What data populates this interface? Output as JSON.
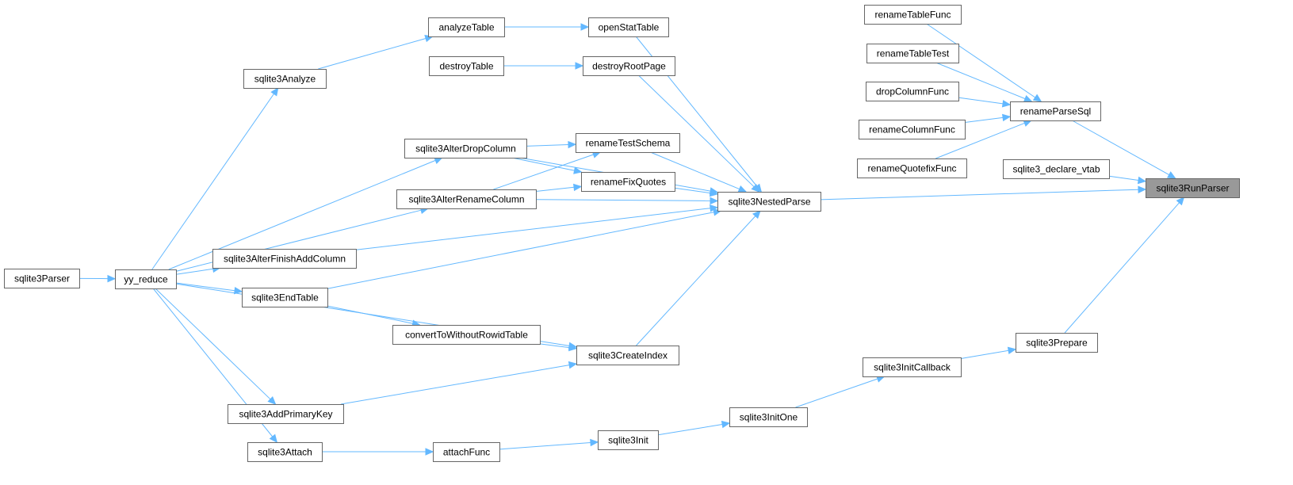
{
  "graph": {
    "nodes": [
      {
        "id": "sqlite3RunParser",
        "label": "sqlite3RunParser",
        "highlight": true
      },
      {
        "id": "renameTableFunc",
        "label": "renameTableFunc"
      },
      {
        "id": "renameTableTest",
        "label": "renameTableTest"
      },
      {
        "id": "dropColumnFunc",
        "label": "dropColumnFunc"
      },
      {
        "id": "renameColumnFunc",
        "label": "renameColumnFunc"
      },
      {
        "id": "renameQuotefixFunc",
        "label": "renameQuotefixFunc"
      },
      {
        "id": "renameParseSql",
        "label": "renameParseSql"
      },
      {
        "id": "sqlite3_declare_vtab",
        "label": "sqlite3_declare_vtab"
      },
      {
        "id": "sqlite3NestedParse",
        "label": "sqlite3NestedParse"
      },
      {
        "id": "sqlite3Prepare",
        "label": "sqlite3Prepare"
      },
      {
        "id": "sqlite3InitCallback",
        "label": "sqlite3InitCallback"
      },
      {
        "id": "sqlite3InitOne",
        "label": "sqlite3InitOne"
      },
      {
        "id": "sqlite3Init",
        "label": "sqlite3Init"
      },
      {
        "id": "attachFunc",
        "label": "attachFunc"
      },
      {
        "id": "sqlite3Attach",
        "label": "sqlite3Attach"
      },
      {
        "id": "analyzeTable",
        "label": "analyzeTable"
      },
      {
        "id": "openStatTable",
        "label": "openStatTable"
      },
      {
        "id": "destroyTable",
        "label": "destroyTable"
      },
      {
        "id": "destroyRootPage",
        "label": "destroyRootPage"
      },
      {
        "id": "sqlite3Analyze",
        "label": "sqlite3Analyze"
      },
      {
        "id": "renameTestSchema",
        "label": "renameTestSchema"
      },
      {
        "id": "renameFixQuotes",
        "label": "renameFixQuotes"
      },
      {
        "id": "sqlite3AlterDropColumn",
        "label": "sqlite3AlterDropColumn"
      },
      {
        "id": "sqlite3AlterRenameColumn",
        "label": "sqlite3AlterRenameColumn"
      },
      {
        "id": "sqlite3AlterFinishAddColumn",
        "label": "sqlite3AlterFinishAddColumn"
      },
      {
        "id": "sqlite3EndTable",
        "label": "sqlite3EndTable"
      },
      {
        "id": "convertToWithoutRowidTable",
        "label": "convertToWithoutRowidTable"
      },
      {
        "id": "sqlite3CreateIndex",
        "label": "sqlite3CreateIndex"
      },
      {
        "id": "sqlite3AddPrimaryKey",
        "label": "sqlite3AddPrimaryKey"
      },
      {
        "id": "yy_reduce",
        "label": "yy_reduce"
      },
      {
        "id": "sqlite3Parser",
        "label": "sqlite3Parser"
      }
    ],
    "edges": [
      [
        "renameTableFunc",
        "renameParseSql"
      ],
      [
        "renameTableTest",
        "renameParseSql"
      ],
      [
        "dropColumnFunc",
        "renameParseSql"
      ],
      [
        "renameColumnFunc",
        "renameParseSql"
      ],
      [
        "renameQuotefixFunc",
        "renameParseSql"
      ],
      [
        "renameParseSql",
        "sqlite3RunParser"
      ],
      [
        "sqlite3_declare_vtab",
        "sqlite3RunParser"
      ],
      [
        "sqlite3NestedParse",
        "sqlite3RunParser"
      ],
      [
        "sqlite3Prepare",
        "sqlite3RunParser"
      ],
      [
        "sqlite3InitCallback",
        "sqlite3Prepare"
      ],
      [
        "sqlite3InitOne",
        "sqlite3InitCallback"
      ],
      [
        "sqlite3Init",
        "sqlite3InitOne"
      ],
      [
        "attachFunc",
        "sqlite3Init"
      ],
      [
        "sqlite3Attach",
        "attachFunc"
      ],
      [
        "analyzeTable",
        "openStatTable"
      ],
      [
        "destroyTable",
        "destroyRootPage"
      ],
      [
        "sqlite3Analyze",
        "analyzeTable"
      ],
      [
        "openStatTable",
        "sqlite3NestedParse"
      ],
      [
        "destroyRootPage",
        "sqlite3NestedParse"
      ],
      [
        "renameTestSchema",
        "sqlite3NestedParse"
      ],
      [
        "renameFixQuotes",
        "sqlite3NestedParse"
      ],
      [
        "sqlite3AlterDropColumn",
        "sqlite3NestedParse"
      ],
      [
        "sqlite3AlterRenameColumn",
        "sqlite3NestedParse"
      ],
      [
        "sqlite3AlterFinishAddColumn",
        "sqlite3NestedParse"
      ],
      [
        "sqlite3EndTable",
        "sqlite3NestedParse"
      ],
      [
        "sqlite3CreateIndex",
        "sqlite3NestedParse"
      ],
      [
        "sqlite3AlterDropColumn",
        "renameTestSchema"
      ],
      [
        "sqlite3AlterDropColumn",
        "renameFixQuotes"
      ],
      [
        "sqlite3AlterRenameColumn",
        "renameTestSchema"
      ],
      [
        "sqlite3AlterRenameColumn",
        "renameFixQuotes"
      ],
      [
        "sqlite3EndTable",
        "convertToWithoutRowidTable"
      ],
      [
        "convertToWithoutRowidTable",
        "sqlite3CreateIndex"
      ],
      [
        "sqlite3AddPrimaryKey",
        "sqlite3CreateIndex"
      ],
      [
        "yy_reduce",
        "sqlite3Analyze"
      ],
      [
        "yy_reduce",
        "sqlite3AlterDropColumn"
      ],
      [
        "yy_reduce",
        "sqlite3AlterRenameColumn"
      ],
      [
        "yy_reduce",
        "sqlite3AlterFinishAddColumn"
      ],
      [
        "yy_reduce",
        "sqlite3EndTable"
      ],
      [
        "yy_reduce",
        "sqlite3CreateIndex"
      ],
      [
        "yy_reduce",
        "sqlite3AddPrimaryKey"
      ],
      [
        "yy_reduce",
        "sqlite3Attach"
      ],
      [
        "sqlite3Parser",
        "yy_reduce"
      ]
    ]
  },
  "colors": {
    "edge": "#63b8ff",
    "node_border": "#666666",
    "node_fill": "#ffffff",
    "highlight_fill": "#999999"
  }
}
